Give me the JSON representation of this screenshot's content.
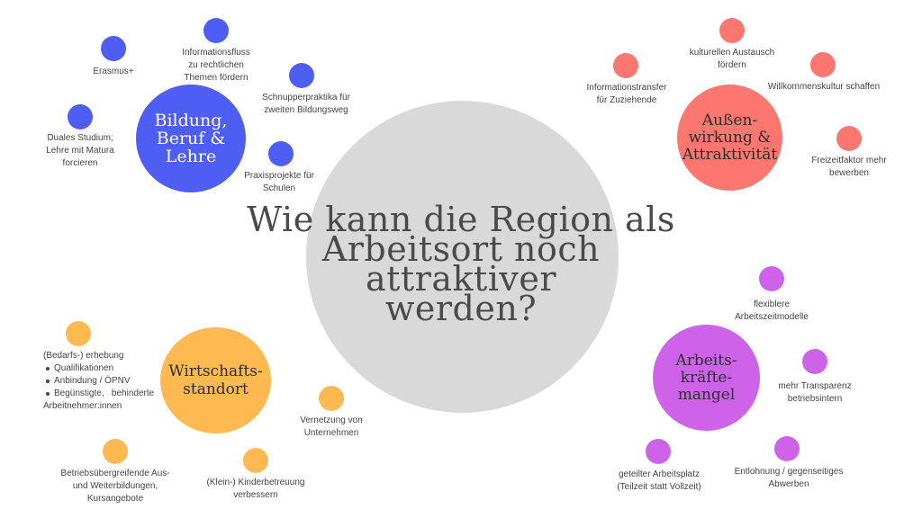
{
  "center": {
    "question_lines": [
      "Wie kann die Region als",
      "Arbeitsort noch attraktiver",
      "werden?"
    ]
  },
  "colors": {
    "blue": "#4e5df2",
    "red": "#fb7770",
    "yellow": "#ffb951",
    "purple": "#ce63ea",
    "center": "#d9d9d9"
  },
  "clusters": {
    "bildung": {
      "title_lines": [
        "Bildung,",
        "Beruf &",
        "Lehre"
      ],
      "items": [
        [
          "Erasmus+"
        ],
        [
          "Informationsfluss",
          "zu rechtlichen",
          "Themen fördern"
        ],
        [
          "Schnupperpraktika für",
          "zweiten Bildungsweg"
        ],
        [
          "Duales Studium;",
          "Lehre mit Matura",
          "forcieren"
        ],
        [
          "Praxisprojekte für",
          "Schulen"
        ]
      ]
    },
    "aussen": {
      "title_lines": [
        "Außen-",
        "wirkung &",
        "Attraktivität"
      ],
      "items": [
        [
          "kulturellen Austausch",
          "fördern"
        ],
        [
          "Informationstransfer",
          "für Zuziehende"
        ],
        [
          "Willkommenskultur schaffen"
        ],
        [
          "Freizeitfaktor mehr",
          "bewerben"
        ]
      ]
    },
    "wirtschaft": {
      "title_lines": [
        "Wirtschafts-",
        "standort"
      ],
      "bedarf": {
        "heading": "(Bedarfs-) erhebung",
        "bullets": [
          "Qualifikationen",
          "Anbindung / ÖPNV",
          "Begünstigte,   behinderte",
          "Arbeitnehmer:innen"
        ]
      },
      "items": [
        [
          "Vernetzung von",
          "Unternehmen"
        ],
        [
          "Betriebsübergreifende Aus-",
          "und Weiterbildungen,",
          "Kursangebote"
        ],
        [
          "(Klein-) Kinderbetreuung",
          "verbessern"
        ]
      ]
    },
    "arbeitskraefte": {
      "title_lines": [
        "Arbeits-",
        "kräfte-",
        "mangel"
      ],
      "items": [
        [
          "flexiblere",
          "Arbeitszeitmodelle"
        ],
        [
          "mehr Transparenz",
          "betriebsintern"
        ],
        [
          "Entlohnung / gegenseitiges",
          "Abwerben"
        ],
        [
          "geteilter Arbeitsplatz",
          "(Teilzeit statt Vollzeit)"
        ]
      ]
    }
  }
}
